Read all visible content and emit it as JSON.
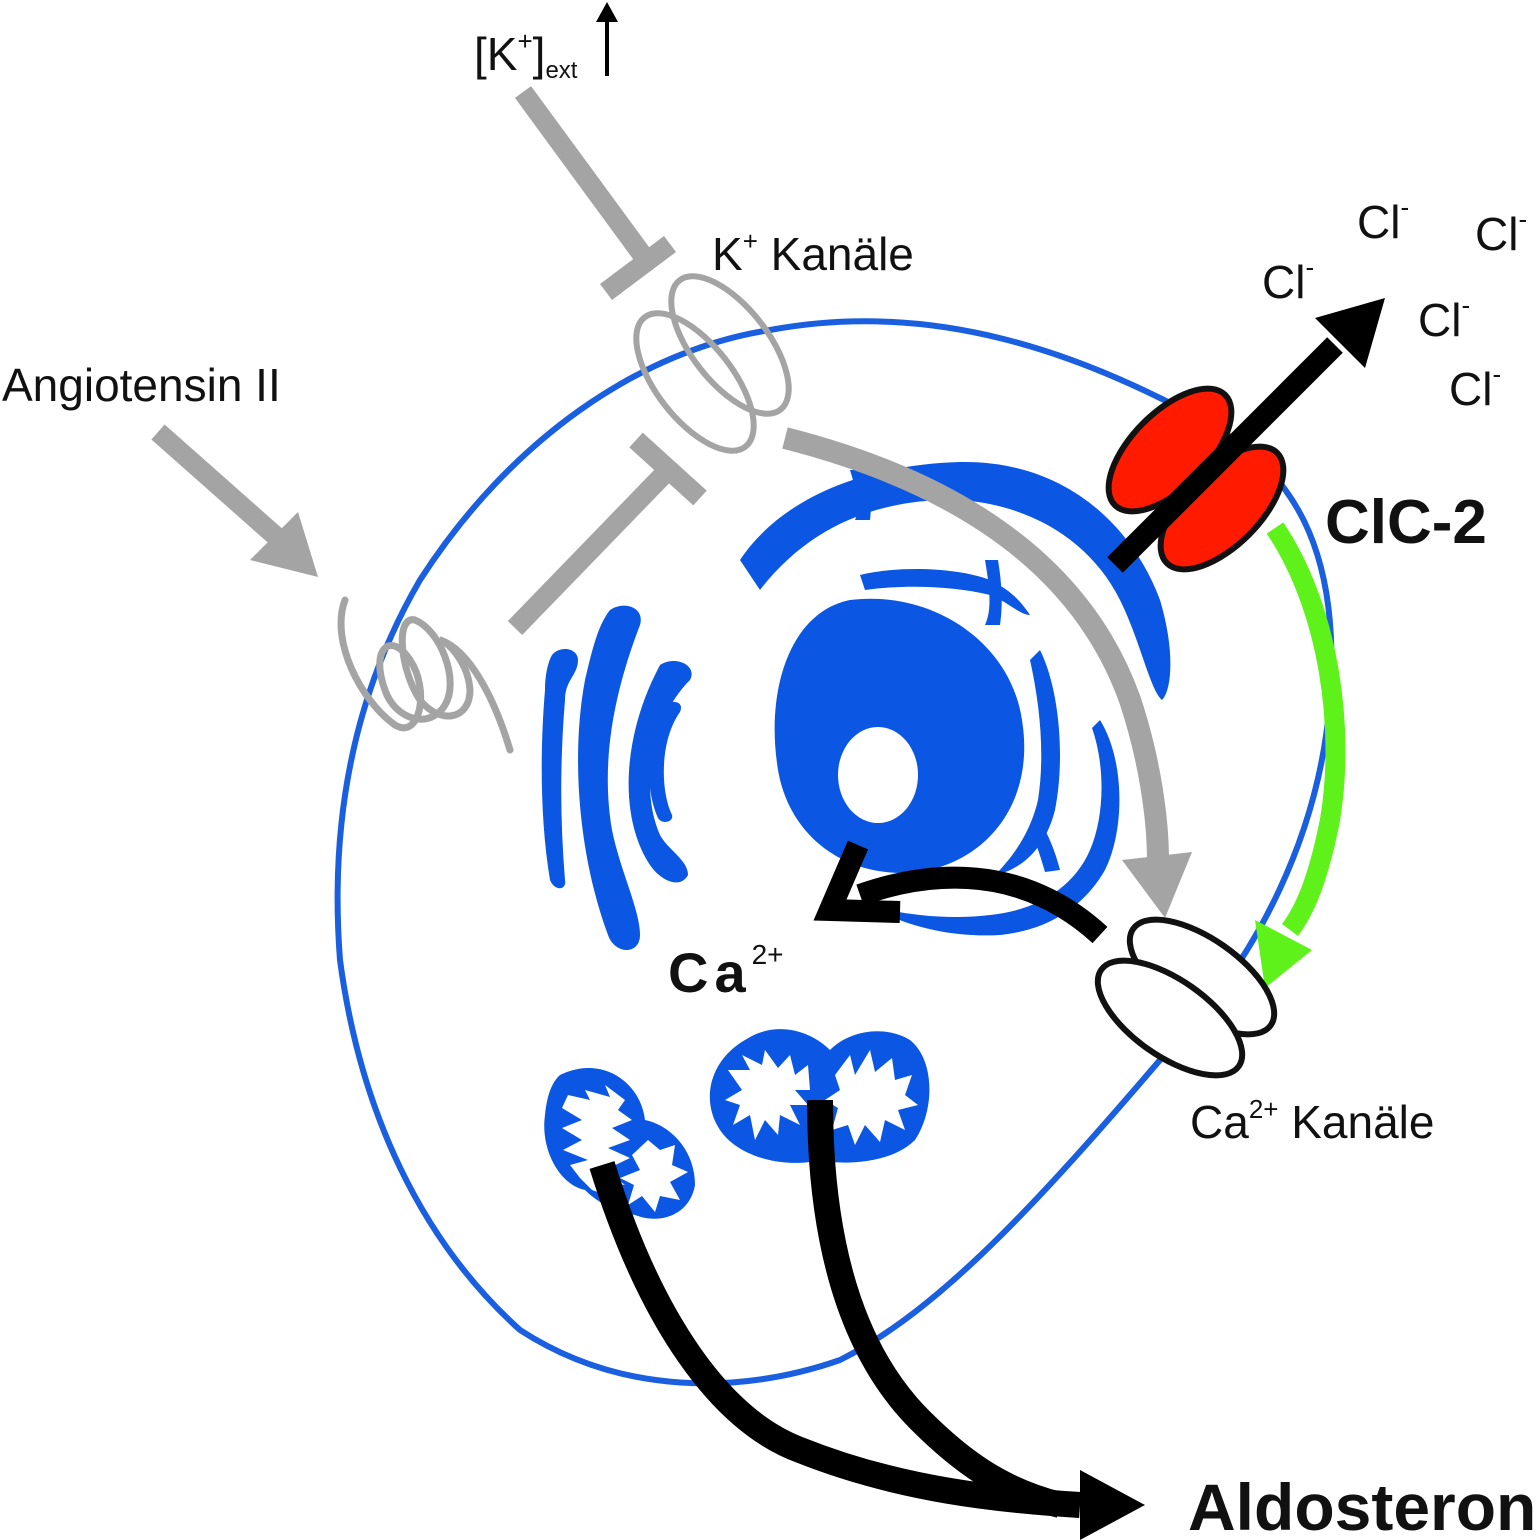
{
  "colors": {
    "cell_blue": "#1a5fe0",
    "organelle_blue": "#0b57e3",
    "gray": "#a4a4a4",
    "green": "#5ff21a",
    "red_channel": "#ff1a00",
    "black": "#000000"
  },
  "labels": {
    "k_ext": {
      "base": "[K",
      "sup": "+",
      "close": "]",
      "sub": "ext"
    },
    "angiotensin": "Angiotensin II",
    "k_channels": {
      "base": "K",
      "sup": "+",
      "rest": " Kanäle"
    },
    "clc2": "ClC-2",
    "chloride_ions": [
      {
        "base": "Cl",
        "sup": "-"
      },
      {
        "base": "Cl",
        "sup": "-"
      },
      {
        "base": "Cl",
        "sup": "-"
      },
      {
        "base": "Cl",
        "sup": "-"
      },
      {
        "base": "Cl",
        "sup": "-"
      }
    ],
    "ca_inside": {
      "base": "Ca",
      "sup": "2+"
    },
    "ca_channels": {
      "base": "Ca",
      "sup": "2+",
      "rest": " Kanäle"
    },
    "aldosterone": "Aldosteron"
  }
}
